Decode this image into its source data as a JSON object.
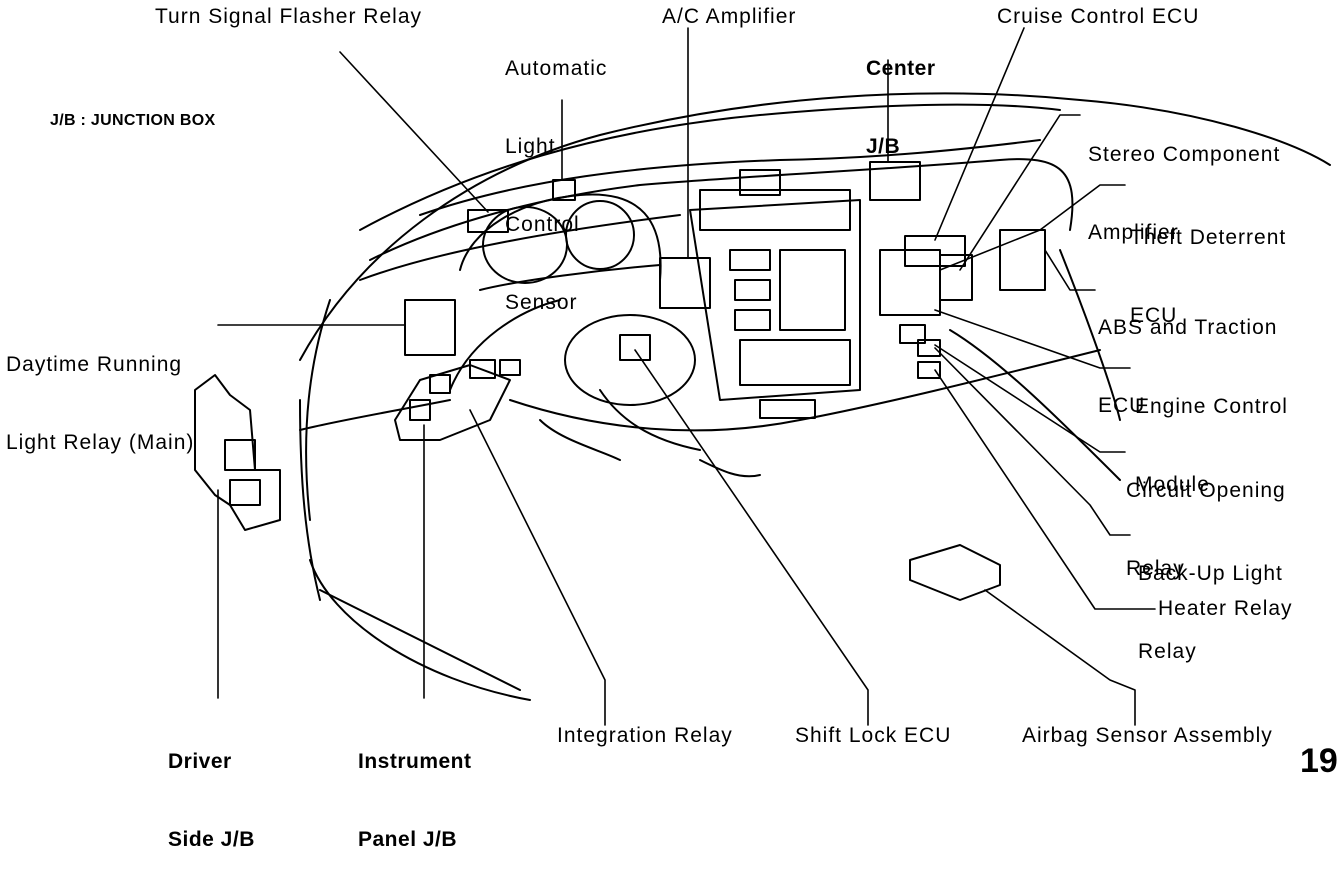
{
  "note": "J/B : JUNCTION BOX",
  "labels": {
    "turn_signal": "Turn Signal Flasher Relay",
    "auto_light": [
      "Automatic",
      "Light",
      "Control",
      "Sensor"
    ],
    "ac_amp": "A/C Amplifier",
    "center_jb": [
      "Center",
      "J/B"
    ],
    "cruise": "Cruise Control ECU",
    "stereo": [
      "Stereo Component",
      "Amplifier"
    ],
    "theft": [
      "Theft Deterrent",
      "ECU"
    ],
    "abs": [
      "ABS and Traction",
      "ECU"
    ],
    "drl": [
      "Daytime Running",
      "Light Relay (Main)"
    ],
    "ecm": [
      "Engine Control",
      "Module"
    ],
    "circuit": [
      "Circuit Opening",
      "Relay"
    ],
    "backup": [
      "Back-Up Light",
      "Relay"
    ],
    "heater": "Heater Relay",
    "driver_jb": [
      "Driver",
      "Side J/B"
    ],
    "ip_jb": [
      "Instrument",
      "Panel J/B"
    ],
    "integration": "Integration Relay",
    "shift_lock": "Shift Lock ECU",
    "airbag": "Airbag Sensor Assembly"
  },
  "page_number": "19"
}
